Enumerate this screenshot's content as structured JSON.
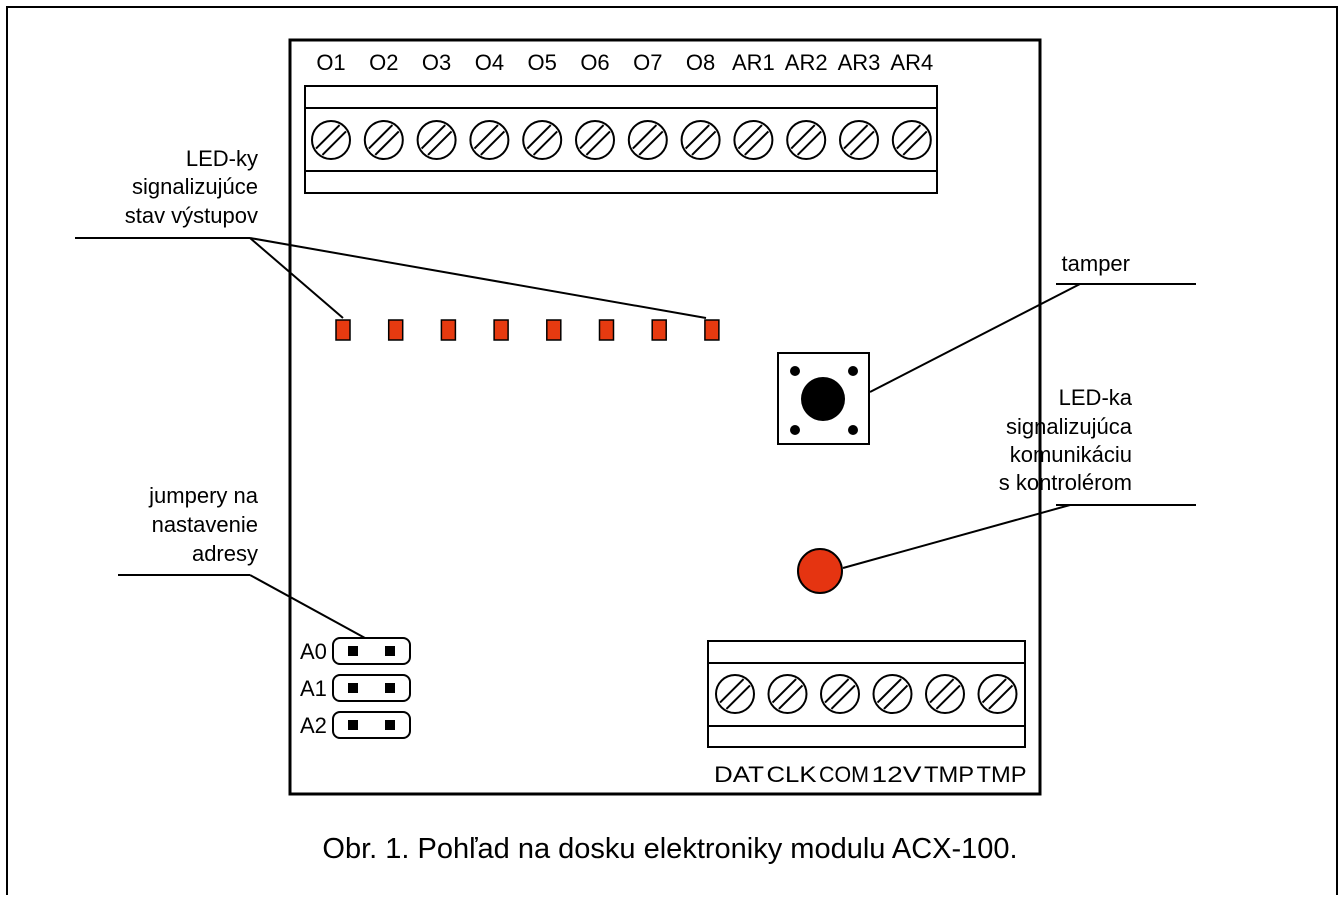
{
  "colors": {
    "line": "#000000",
    "led_red": "#e63a10",
    "led_big": "#e53411",
    "background": "#ffffff"
  },
  "top_terminals": [
    "O1",
    "O2",
    "O3",
    "O4",
    "O5",
    "O6",
    "O7",
    "O8",
    "AR1",
    "AR2",
    "AR3",
    "AR4"
  ],
  "bottom_terminals": [
    "DAT",
    "CLK",
    "COM",
    "12V",
    "TMP",
    "TMP"
  ],
  "output_led_count": 8,
  "jumpers": [
    "A0",
    "A1",
    "A2"
  ],
  "annotations": {
    "leds_outputs": [
      "LED-ky",
      "signalizujúce",
      "stav výstupov"
    ],
    "tamper": [
      "tamper"
    ],
    "led_comm": [
      "LED-ka",
      "signalizujúca",
      "komunikáciu",
      "s kontrolérom"
    ],
    "jumpers": [
      "jumpery na",
      "nastavenie",
      "adresy"
    ]
  },
  "caption": "Obr. 1. Pohľad na dosku elektroniky modulu ACX-100."
}
